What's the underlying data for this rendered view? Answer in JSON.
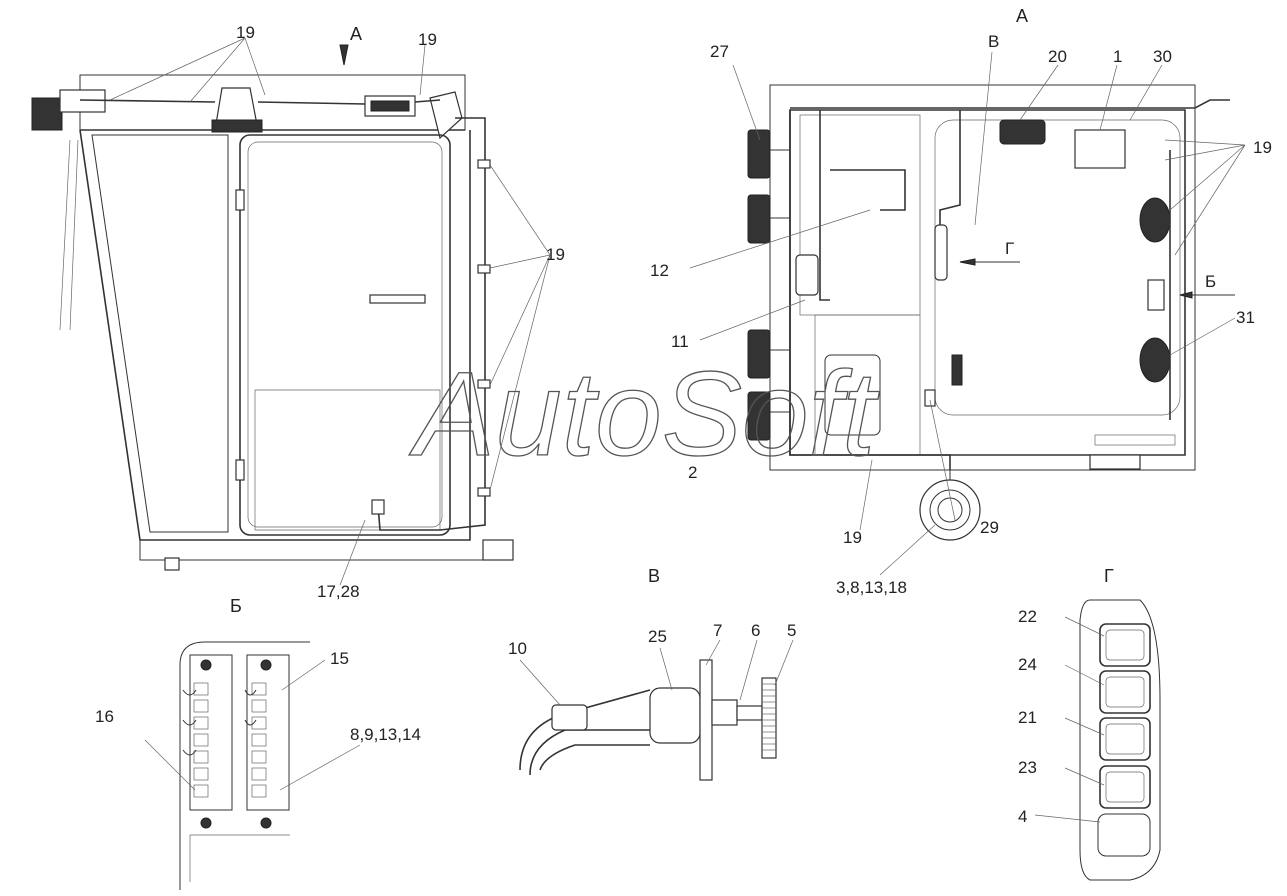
{
  "views": {
    "view_a": "А",
    "view_b": "Б",
    "view_v": "В",
    "view_g": "Г"
  },
  "callouts": {
    "c19_a": "19",
    "c19_b": "19",
    "c19_c": "19",
    "c19_d": "19",
    "c19_e": "19",
    "c17_28": "17,28",
    "c27": "27",
    "c20": "20",
    "c1": "1",
    "c30": "30",
    "c12": "12",
    "c11": "11",
    "c31": "31",
    "c2": "2",
    "c29": "29",
    "c3_8_13_18": "3,8,13,18",
    "c15": "15",
    "c16": "16",
    "c8_9_13_14": "8,9,13,14",
    "c10": "10",
    "c25": "25",
    "c7": "7",
    "c6": "6",
    "c5": "5",
    "c22": "22",
    "c24": "24",
    "c21": "21",
    "c23": "23",
    "c4": "4"
  },
  "watermark": "AutoSoft"
}
